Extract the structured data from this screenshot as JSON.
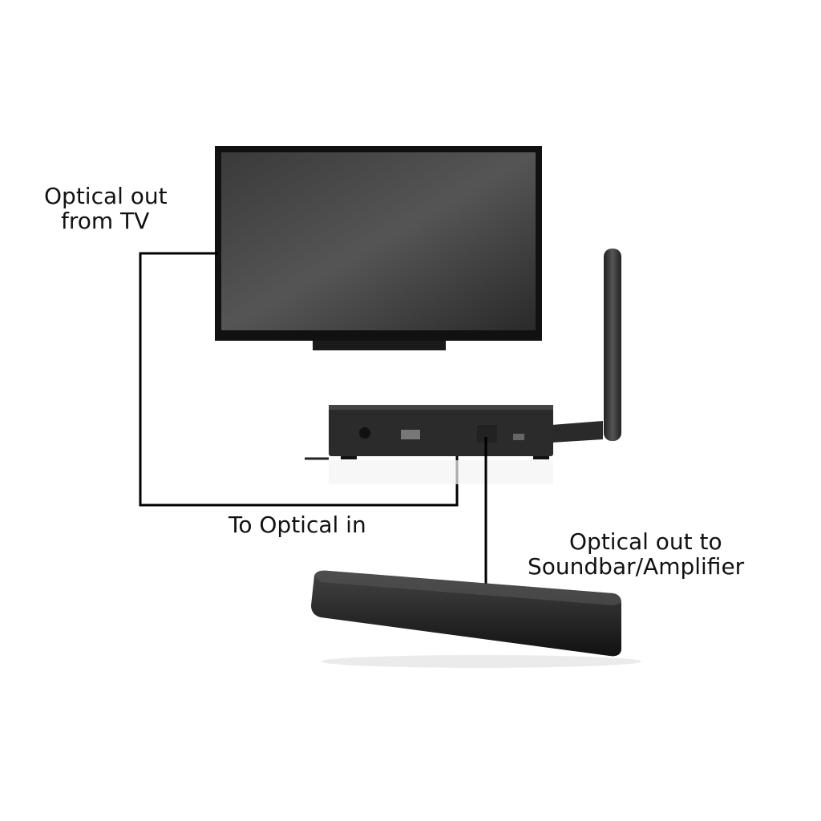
{
  "labels": {
    "tv_out_line1": "Optical out",
    "tv_out_line2": "from TV",
    "to_optical_in": "To Optical in",
    "soundbar_line1": "Optical out to",
    "soundbar_line2": "Soundbar/Amplifier"
  }
}
